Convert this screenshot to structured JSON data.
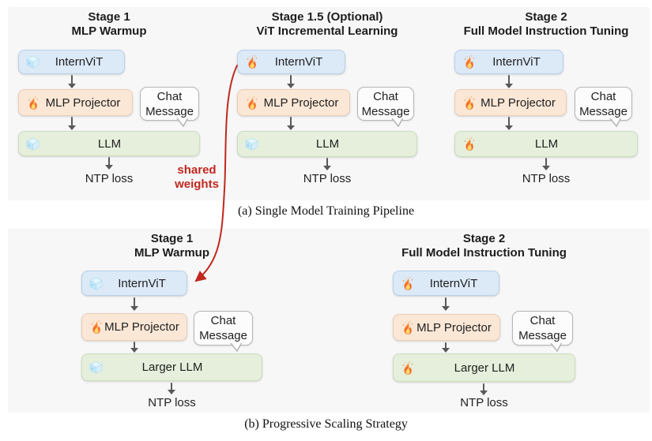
{
  "colors": {
    "accent_red": "#c0281e",
    "vit_fill": "#dce9f7",
    "projector_fill": "#fbe7d6",
    "llm_fill": "#e5efdb",
    "bubble_fill": "#fcfcfc",
    "panel_bg": "#f7f7f8",
    "arrow_gray": "#595959"
  },
  "panel_a": {
    "caption": "(a) Single Model Training Pipeline",
    "shared_weights_label": "shared weights",
    "stages": [
      {
        "title": [
          "Stage 1",
          "MLP Warmup"
        ],
        "vit": {
          "label": "InternViT",
          "icon": "ice-icon"
        },
        "projector": {
          "label": "MLP Projector",
          "icon": "fire-icon"
        },
        "llm": {
          "label": "LLM",
          "icon": "ice-icon"
        },
        "chat": "Chat Message",
        "loss": "NTP loss"
      },
      {
        "title": [
          "Stage 1.5 (Optional)",
          "ViT Incremental Learning"
        ],
        "vit": {
          "label": "InternViT",
          "icon": "fire-icon"
        },
        "projector": {
          "label": "MLP Projector",
          "icon": "fire-icon"
        },
        "llm": {
          "label": "LLM",
          "icon": "ice-icon"
        },
        "chat": "Chat Message",
        "loss": "NTP loss"
      },
      {
        "title": [
          "Stage 2",
          "Full Model Instruction Tuning"
        ],
        "vit": {
          "label": "InternViT",
          "icon": "fire-icon"
        },
        "projector": {
          "label": "MLP Projector",
          "icon": "fire-icon"
        },
        "llm": {
          "label": "LLM",
          "icon": "fire-icon"
        },
        "chat": "Chat Message",
        "loss": "NTP loss"
      }
    ]
  },
  "panel_b": {
    "caption": "(b) Progressive Scaling Strategy",
    "stages": [
      {
        "title": [
          "Stage 1",
          "MLP Warmup"
        ],
        "vit": {
          "label": "InternViT",
          "icon": "ice-icon"
        },
        "projector": {
          "label": "MLP Projector",
          "icon": "fire-icon"
        },
        "llm": {
          "label": "Larger LLM",
          "icon": "ice-icon"
        },
        "chat": "Chat Message",
        "loss": "NTP loss"
      },
      {
        "title": [
          "Stage 2",
          "Full Model Instruction Tuning"
        ],
        "vit": {
          "label": "InternViT",
          "icon": "fire-icon"
        },
        "projector": {
          "label": "MLP Projector",
          "icon": "fire-icon"
        },
        "llm": {
          "label": "Larger LLM",
          "icon": "fire-icon"
        },
        "chat": "Chat Message",
        "loss": "NTP loss"
      }
    ]
  }
}
